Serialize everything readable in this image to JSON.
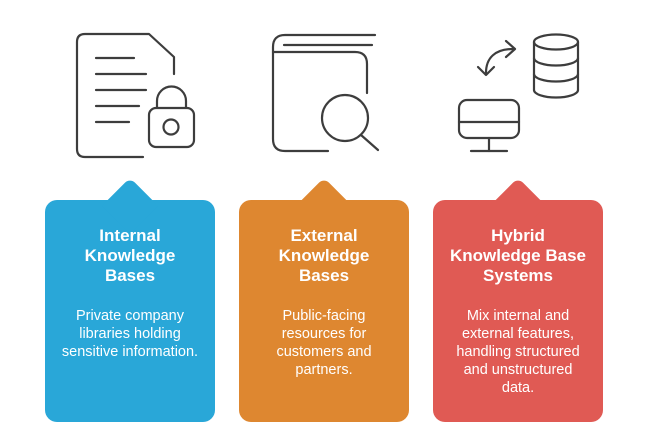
{
  "page": {
    "background": "#ffffff"
  },
  "icons": {
    "stroke_color": "#3d3d3d"
  },
  "cards": [
    {
      "icon": "document-lock-icon",
      "color": "#29A7D8",
      "title": "Internal Knowledge Bases",
      "description": "Private company libraries holding sensitive information."
    },
    {
      "icon": "book-search-icon",
      "color": "#DE8730",
      "title": "External Knowledge Bases",
      "description": "Public-facing resources for customers and partners."
    },
    {
      "icon": "data-sync-icon",
      "color": "#E05A54",
      "title": "Hybrid Knowledge Base Systems",
      "description": "Mix internal and external features, handling structured and unstructured data."
    }
  ]
}
